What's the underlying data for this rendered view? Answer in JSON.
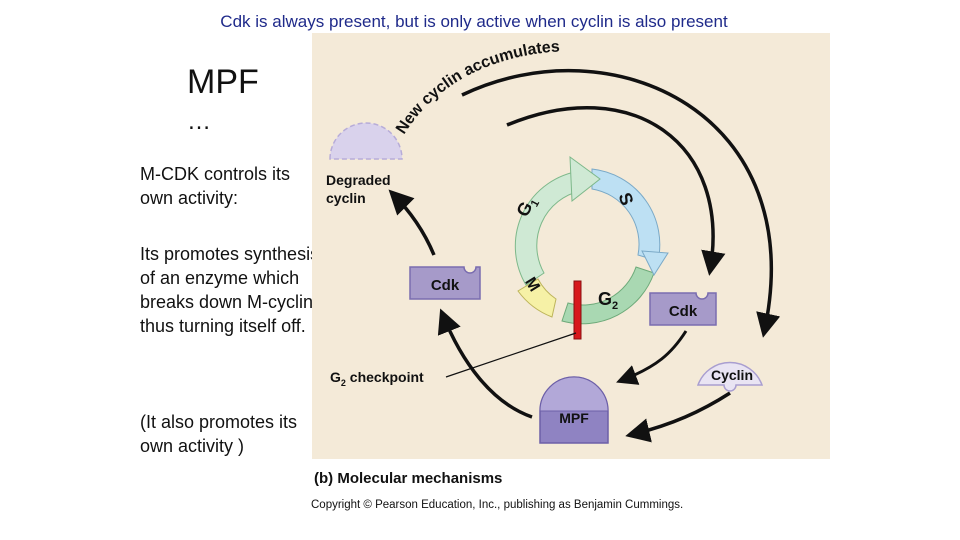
{
  "slide": {
    "top_title": "Cdk is always present, but is only active when cyclin is also present",
    "heading": "MPF",
    "ellipsis": "…",
    "paragraph_1": "M-CDK controls its own activity:",
    "paragraph_2": "Its promotes synthesis of an enzyme which breaks down M-cyclin, thus turning itself off.",
    "paragraph_3": "(It also promotes its own activity )"
  },
  "figure": {
    "arc_label": "New cyclin accumulates",
    "degraded_label_1": "Degraded",
    "degraded_label_2": "cyclin",
    "phase_g1": "G",
    "phase_g1_sub": "1",
    "phase_s": "S",
    "phase_g2": "G",
    "phase_g2_sub": "2",
    "phase_m": "M",
    "cdk_left": "Cdk",
    "cdk_right": "Cdk",
    "cyclin": "Cyclin",
    "mpf": "MPF",
    "checkpoint": "G",
    "checkpoint_sub": "2",
    "checkpoint_rest": " checkpoint",
    "caption": "(b) Molecular mechanisms",
    "copyright": "Copyright © Pearson Education, Inc., publishing as Benjamin Cummings."
  },
  "colors": {
    "background": "#f4ead8",
    "cdk_fill": "#a69ac9",
    "cyclin_fill": "#e9e4f3",
    "mpf_fill": "#8f83c2",
    "checkpoint_bar": "#d7191c",
    "arrow": "#111111",
    "g1_arc": "#cfe9d4",
    "s_arc": "#bde0f3",
    "g2_arc": "#a9d8b2",
    "m_arc": "#f6f1a6"
  }
}
